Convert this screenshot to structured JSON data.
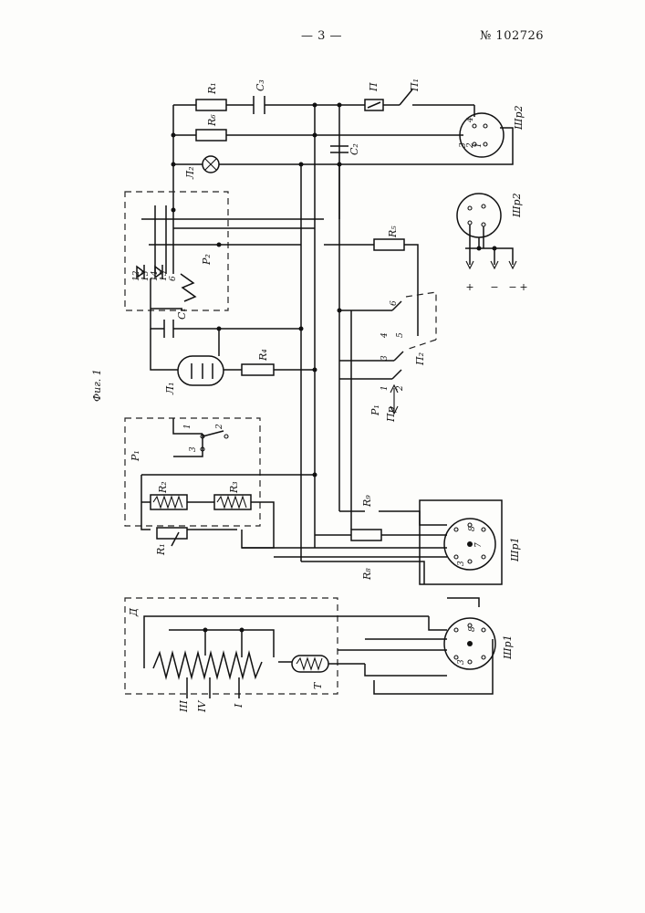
{
  "header": {
    "page_number": "— 3 —",
    "patent_number": "№ 102726"
  },
  "figure": {
    "caption": "Фиг. 1",
    "labels": {
      "R1_top": "R₁",
      "C3": "C₃",
      "P_contact": "П",
      "P1_switch": "П₁",
      "R6": "R₆",
      "C2": "C₂",
      "L2": "Л₂",
      "Shr2_top": "Шр2",
      "Shr2_right": "Шр2",
      "R5": "R₅",
      "P2_relay": "P₂",
      "C1": "C₁",
      "L1": "Л₁",
      "R4": "R₄",
      "P2_switch": "П₂",
      "P1_relay": "P₁",
      "arrow_pr": "Пр",
      "R2": "R₂",
      "R3": "R₃",
      "R1_var": "R₁",
      "R9": "R₉",
      "R8": "R₈",
      "Shr1_mid": "Шр1",
      "Shr1_bot": "Шр1",
      "D_block": "Д",
      "T": "T",
      "III": "III",
      "IV": "IV",
      "I": "I"
    },
    "pins": {
      "n1": "1",
      "n2": "2",
      "n3": "3",
      "n4": "4",
      "n5": "5",
      "n6": "6",
      "n7": "7",
      "n8": "8",
      "n12": "12",
      "n13": "13",
      "n14": "14",
      "n15": "15"
    },
    "polarity": {
      "plus": "+",
      "minus": "−"
    }
  }
}
